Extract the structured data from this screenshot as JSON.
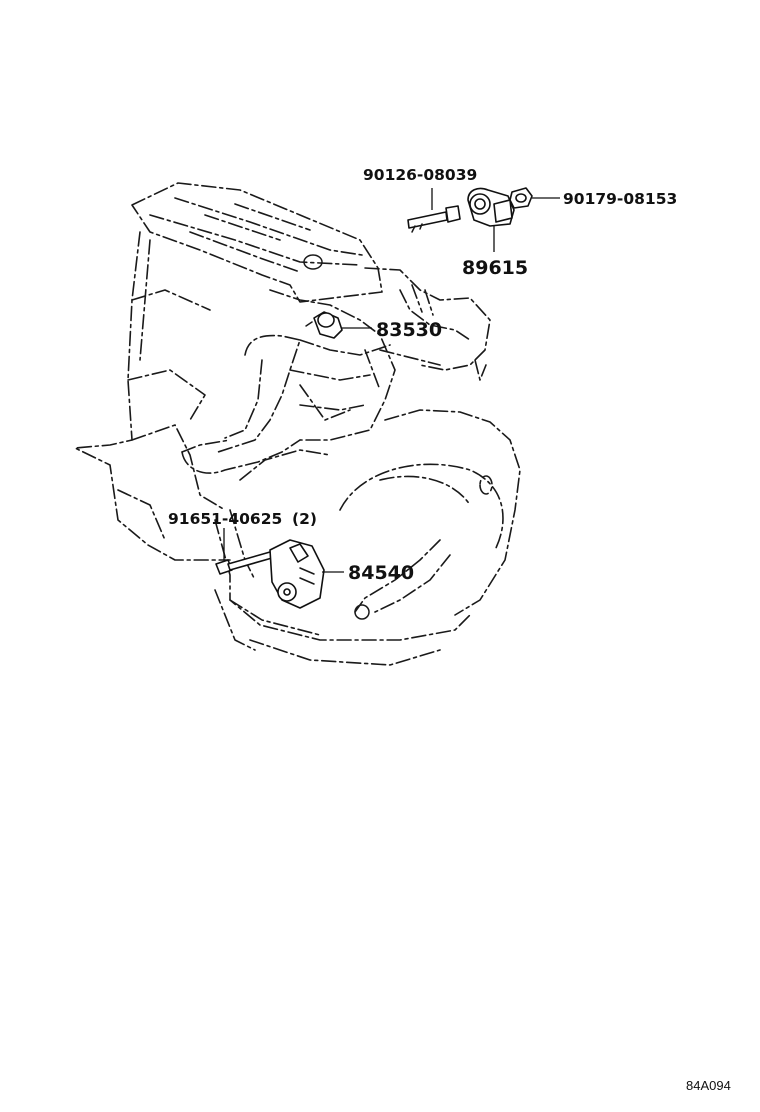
{
  "parts": [
    {
      "id": "bolt-upper",
      "number": "90126-08039"
    },
    {
      "id": "nut",
      "number": "90179-08153"
    },
    {
      "id": "knock-sensor",
      "number": "89615"
    },
    {
      "id": "oil-pressure-switch",
      "number": "83530"
    },
    {
      "id": "bolt-lower",
      "number": "91651-40625",
      "qty": "(2)"
    },
    {
      "id": "neutral-start-switch",
      "number": "84540"
    }
  ],
  "illustration_code": "84A094",
  "icons": [
    "engine-outline-icon",
    "bolt-icon",
    "nut-icon",
    "knock-sensor-icon",
    "oil-pressure-switch-icon",
    "neutral-start-switch-icon"
  ]
}
